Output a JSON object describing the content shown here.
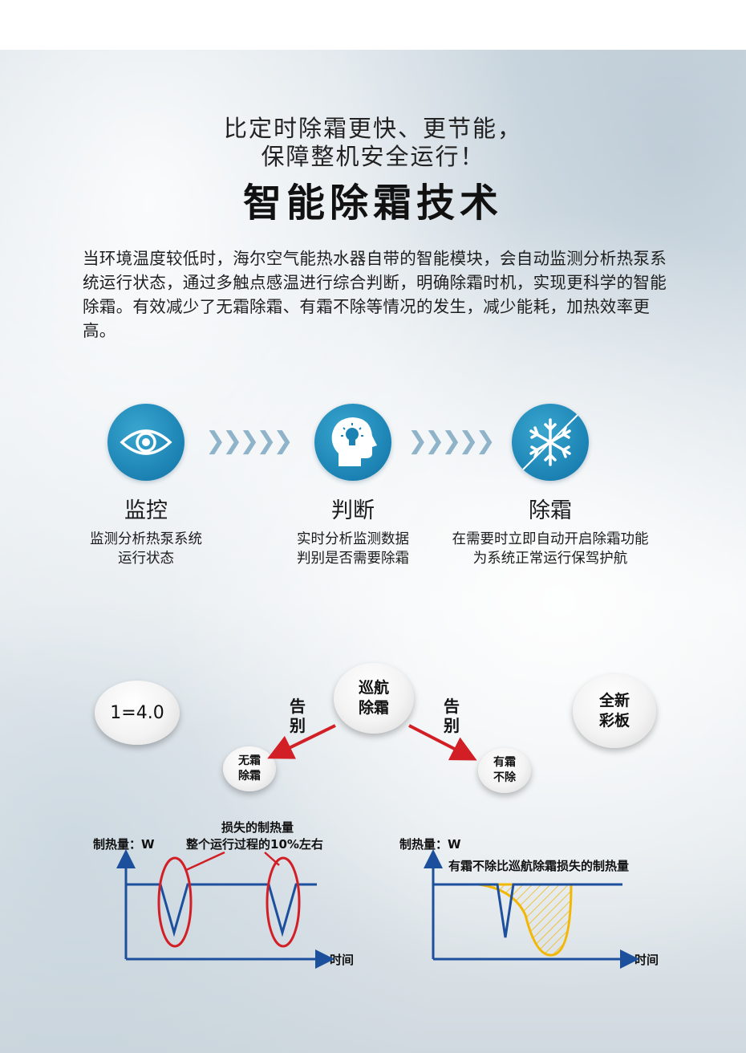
{
  "headline": {
    "line1": "比定时除霜更快、更节能，",
    "line2": "保障整机安全运行！",
    "title": "智能除霜技术"
  },
  "intro": "当环境温度较低时，海尔空气能热水器自带的智能模块，会自动监测分析热泵系统运行状态，通过多触点感温进行综合判断，明确除霜时机，实现更科学的智能除霜。有效减少了无霜除霜、有霜不除等情况的发生，减少能耗，加热效率更高。",
  "steps": [
    {
      "icon": "eye-icon",
      "title": "监控",
      "desc1": "监测分析热泵系统",
      "desc2": "运行状态"
    },
    {
      "icon": "head-lightbulb-icon",
      "title": "判断",
      "desc1": "实时分析监测数据",
      "desc2": "判别是否需要除霜"
    },
    {
      "icon": "snowflake-icon",
      "title": "除霜",
      "desc1": "在需要时立即自动开启除霜功能",
      "desc2": "为系统正常运行保驾护航"
    }
  ],
  "flow_arrows": "❯❯❯❯❯",
  "badges": {
    "ratio": "1=4.0",
    "cruise1": "巡航",
    "cruise2": "除霜",
    "new1": "全新",
    "new2": "彩板",
    "nofrost1": "无霜",
    "nofrost2": "除霜",
    "frost1": "有霜",
    "frost2": "不除"
  },
  "farewell_left": [
    "告",
    "别"
  ],
  "farewell_right": [
    "告",
    "别"
  ],
  "left_chart": {
    "ylabel": "制热量：W",
    "xlabel": "时间",
    "note1": "损失的制热量",
    "note2": "整个运行过程的10%左右"
  },
  "right_chart": {
    "ylabel": "制热量：W",
    "xlabel": "时间",
    "note": "有霜不除比巡航除霜损失的制热量"
  },
  "colors": {
    "accent_blue": "#1b82b3",
    "chart_blue": "#1c4f9c",
    "loss_red": "#d21f26",
    "loss_yellow": "#f2b705"
  }
}
